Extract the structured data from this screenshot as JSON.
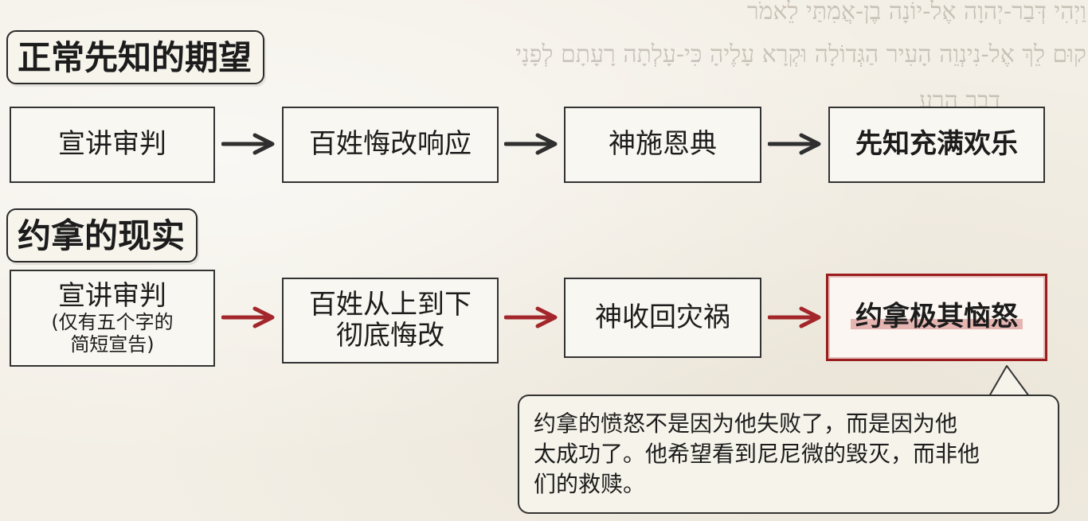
{
  "background_text": {
    "line1": "וַיְהִי דְּבַר-יְהוָה אֶל-יוֹנָה בֶן-אֲמִתַּי לֵאמֹר",
    "line2": "קוּם לֵךְ אֶל-נִינְוֵה הָעִיר הַגְּדוֹלָה וּקְרָא עָלֶיהָ כִּי-עָלְתָה רָעָתָם לְפָנָי",
    "line3": "דבר הרע"
  },
  "section1": {
    "heading": "正常先知的期望",
    "steps": [
      "宣讲审判",
      "百姓悔改响应",
      "神施恩典",
      "先知充满欢乐"
    ]
  },
  "section2": {
    "heading": "约拿的现实",
    "step1_main": "宣讲审判",
    "step1_note_line1": "(仅有五个字的",
    "step1_note_line2": "简短宣告)",
    "step2_line1": "百姓从上到下",
    "step2_line2": "彻底悔改",
    "step3": "神收回灾祸",
    "step4": "约拿极其恼怒"
  },
  "callout": {
    "line1": "约拿的愤怒不是因为他失败了，而是因为他",
    "line2": "太成功了。他希望看到尼尼微的毁灭，而非他",
    "line3": "们的救赎。"
  },
  "colors": {
    "ink": "#1c1c1c",
    "arrow_dark": "#2f2f2f",
    "arrow_red": "#a3262a",
    "highlight_border": "#9b1c1c",
    "paper": "#f3efe6"
  }
}
